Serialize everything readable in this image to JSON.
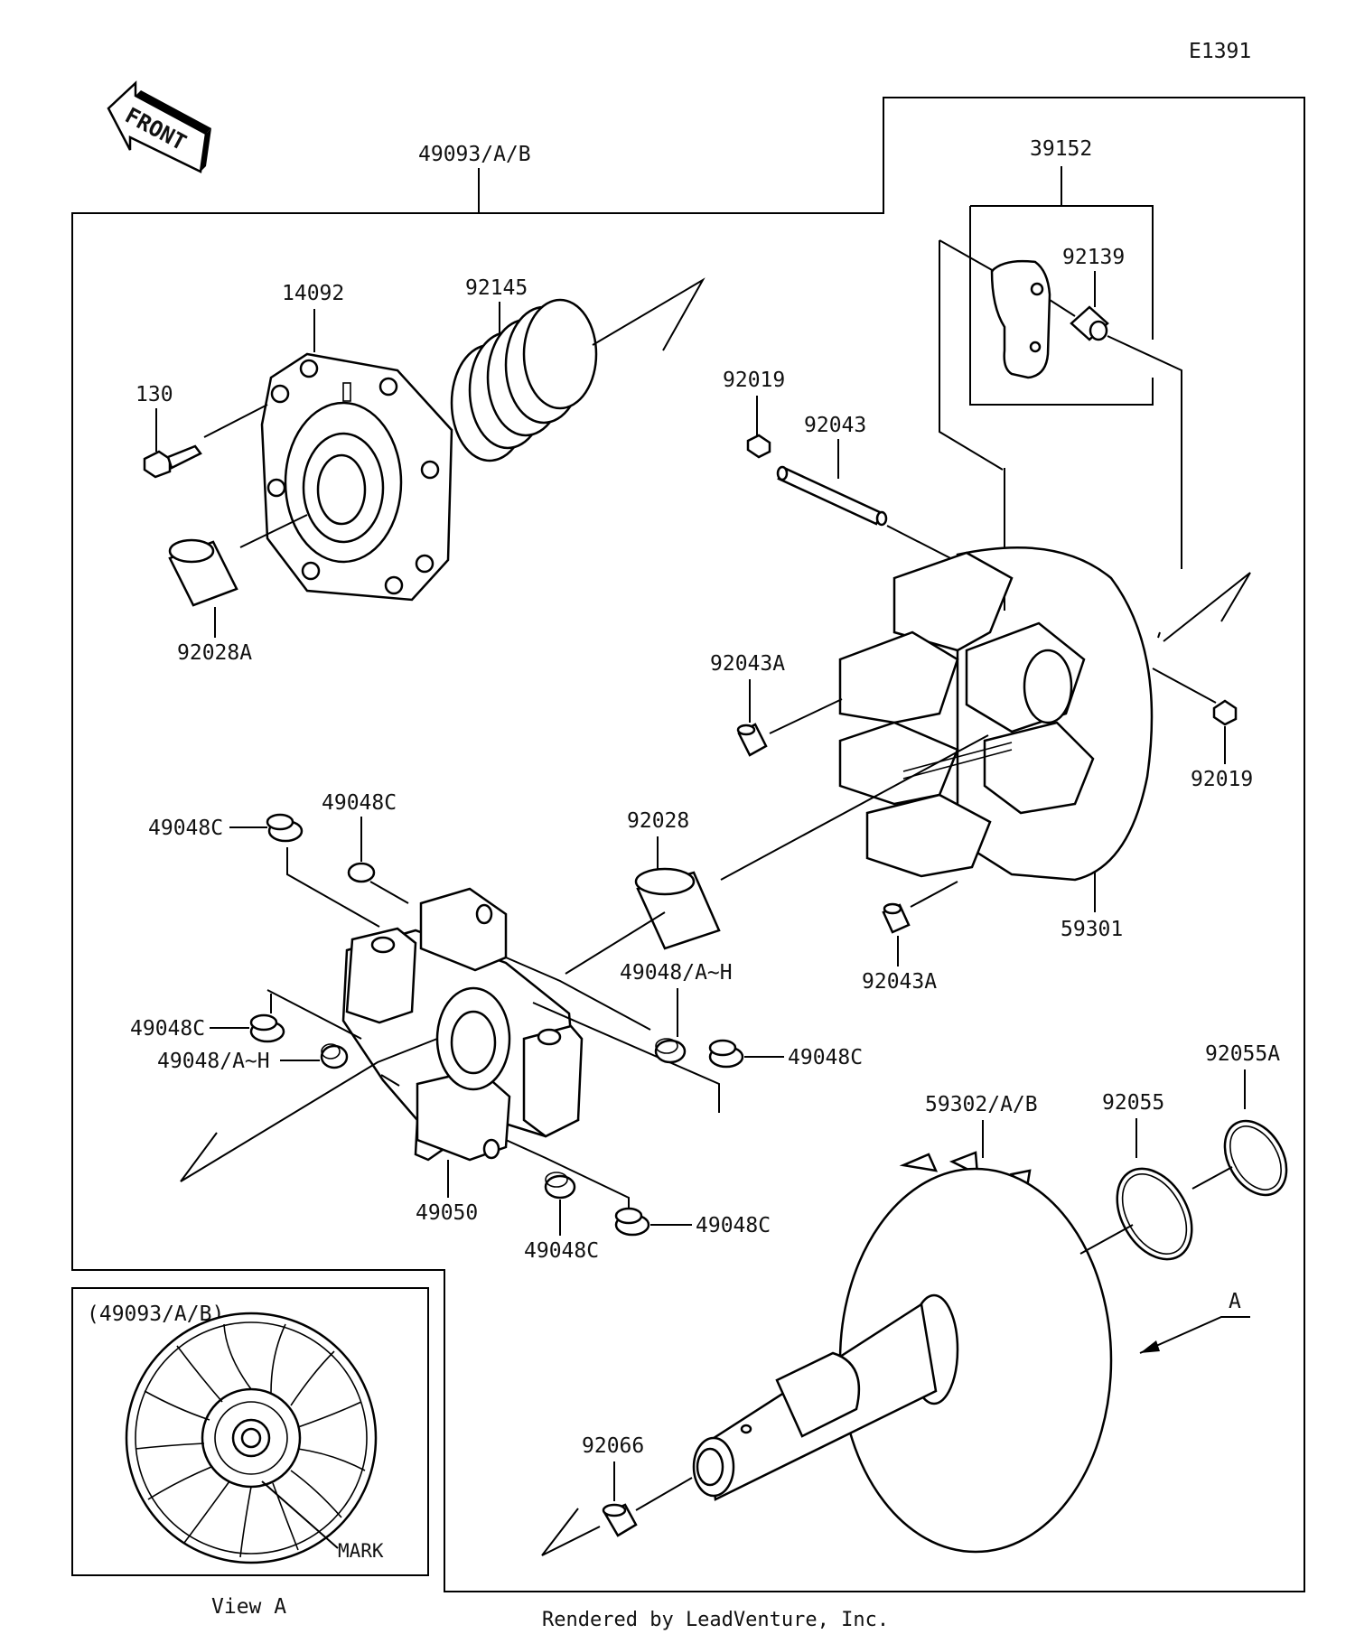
{
  "diagram_id": "E1391",
  "front_label": "FRONT",
  "footer": "Rendered by LeadVenture, Inc.",
  "watermark": "LEADVENTURE",
  "inset": {
    "title": "(49093/A/B)",
    "mark_label": "MARK",
    "view_label": "View A"
  },
  "view_arrow_label": "A",
  "parts": {
    "p49093": "49093/A/B",
    "p39152": "39152",
    "p14092": "14092",
    "p92145": "92145",
    "p92139": "92139",
    "p130": "130",
    "p92019a": "92019",
    "p92043": "92043",
    "p92028A": "92028A",
    "p92043Aa": "92043A",
    "p92019b": "92019",
    "p92028": "92028",
    "p49048Ca": "49048C",
    "p49048Cb": "49048C",
    "p59301": "59301",
    "p92043Ab": "92043A",
    "p49048AHa": "49048/A~H",
    "p49048Cc": "49048C",
    "p49048AHb": "49048/A~H",
    "p49048Cd": "49048C",
    "p92055A": "92055A",
    "p59302": "59302/A/B",
    "p92055": "92055",
    "p49050": "49050",
    "p49048Ce": "49048C",
    "p49048Cf": "49048C",
    "p92066": "92066"
  }
}
